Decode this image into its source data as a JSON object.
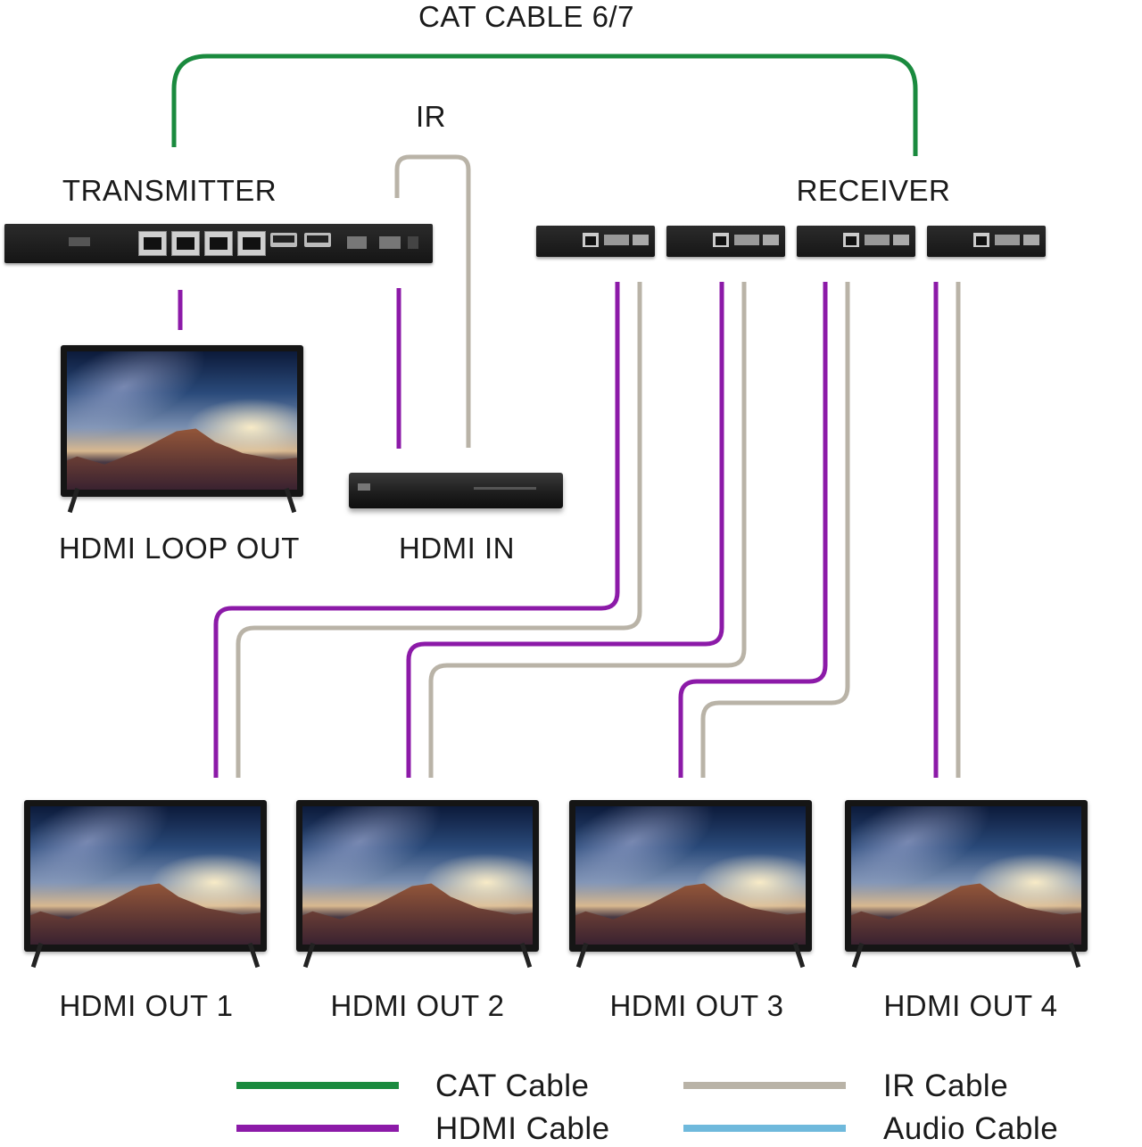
{
  "title": "CAT CABLE 6/7",
  "labels": {
    "ir": "IR",
    "transmitter": "TRANSMITTER",
    "receiver": "RECEIVER",
    "hdmi_loop_out": "HDMI LOOP OUT",
    "hdmi_in": "HDMI IN",
    "outputs": [
      "HDMI OUT 1",
      "HDMI OUT 2",
      "HDMI OUT 3",
      "HDMI OUT 4"
    ]
  },
  "legend": [
    {
      "label": "CAT Cable",
      "color": "#1a8a3e"
    },
    {
      "label": "HDMI Cable",
      "color": "#8c1aa8"
    },
    {
      "label": "IR Cable",
      "color": "#b9b3a7"
    },
    {
      "label": "Audio Cable",
      "color": "#6fb9dc"
    }
  ],
  "colors": {
    "cat": "#1a8a3e",
    "hdmi": "#8c1aa8",
    "ir": "#b9b3a7",
    "audio": "#6fb9dc"
  }
}
